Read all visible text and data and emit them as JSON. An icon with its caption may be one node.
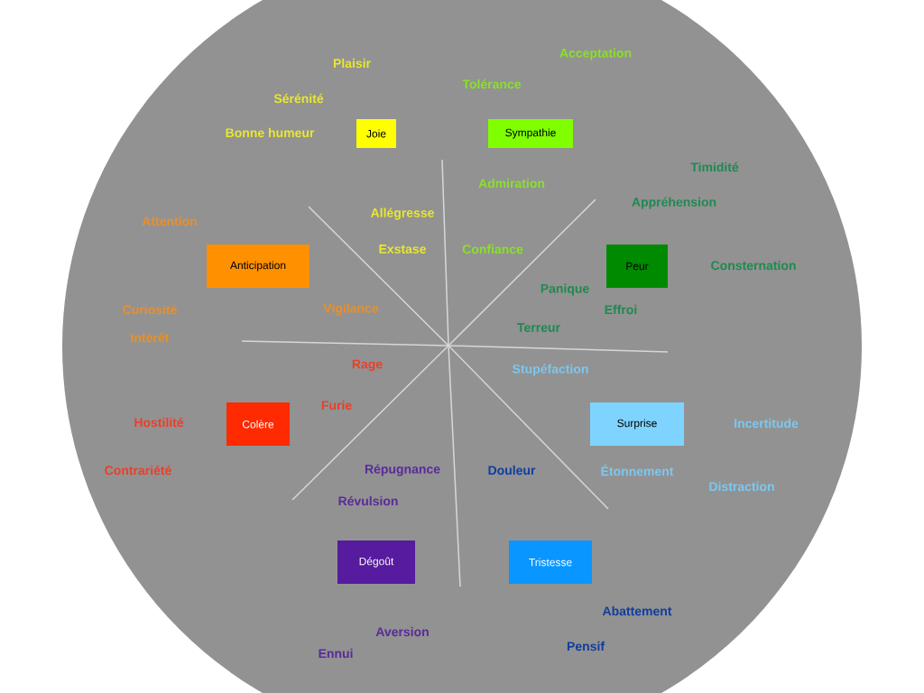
{
  "diagram": {
    "nodes": [
      {
        "text": [
          "Joie"
        ]
      },
      {
        "text": [
          "Sympathie"
        ]
      },
      {
        "text": [
          "Anticipation"
        ]
      },
      {
        "text": [
          "Peur"
        ]
      },
      {
        "text": [
          "Colère"
        ]
      },
      {
        "text": [
          "Surprise"
        ]
      },
      {
        "text": [
          "Dégoût"
        ]
      },
      {
        "text": [
          "Tristesse"
        ]
      }
    ],
    "labels": [
      "Plaisir",
      "Acceptation",
      "Tolérance",
      "Sérénité",
      "Bonne humeur",
      "Timidité",
      "Admiration",
      "Appréhension",
      "Allégresse",
      "Attention",
      "Exstase",
      "Confiance",
      "Consternation",
      "Panique",
      "Curiosité",
      "Vigilance",
      "Effroi",
      "Terreur",
      "Intérêt",
      "Rage",
      "Stupéfaction",
      "Furie",
      "Hostilité",
      "Incertitude",
      "Contrariété",
      "Répugnance",
      "Douleur",
      "Étonnement",
      "Distraction",
      "Révulsion",
      "Abattement",
      "Aversion",
      "Pensif",
      "Ennui"
    ]
  }
}
